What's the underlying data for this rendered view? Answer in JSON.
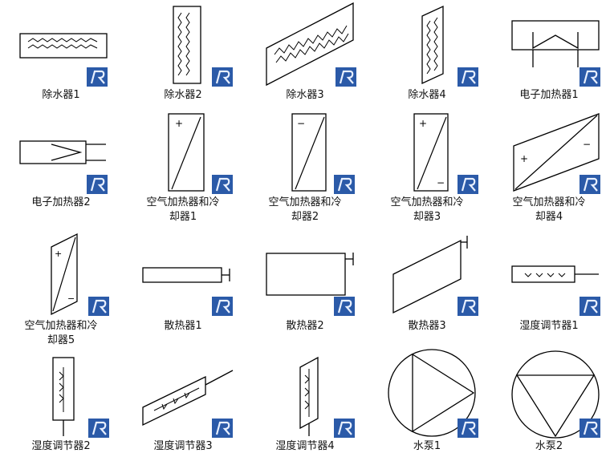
{
  "items": [
    {
      "label": "除水器1"
    },
    {
      "label": "除水器2"
    },
    {
      "label": "除水器3"
    },
    {
      "label": "除水器4"
    },
    {
      "label": "电子加热器1"
    },
    {
      "label": "电子加热器2"
    },
    {
      "label": "空气加热器和冷",
      "label2": "却器1",
      "plus": "+"
    },
    {
      "label": "空气加热器和冷",
      "label2": "却器2",
      "minus": "−"
    },
    {
      "label": "空气加热器和冷",
      "label2": "却器3",
      "plus": "+",
      "minus": "−"
    },
    {
      "label": "空气加热器和冷",
      "label2": "却器4",
      "plus": "+",
      "minus": "−"
    },
    {
      "label": "空气加热器和冷",
      "label2": "却器5",
      "plus": "+",
      "minus": "−"
    },
    {
      "label": "散热器1"
    },
    {
      "label": "散热器2"
    },
    {
      "label": "散热器3"
    },
    {
      "label": "湿度调节器1"
    },
    {
      "label": "湿度调节器2"
    },
    {
      "label": "湿度调节器3"
    },
    {
      "label": "湿度调节器4"
    },
    {
      "label": "水泵1"
    },
    {
      "label": "水泵2"
    }
  ],
  "badge_icon": "revit-family-icon",
  "colors": {
    "badge_bg": "#2b5aa8",
    "badge_light": "#8fb2e6",
    "stroke": "#000000"
  }
}
